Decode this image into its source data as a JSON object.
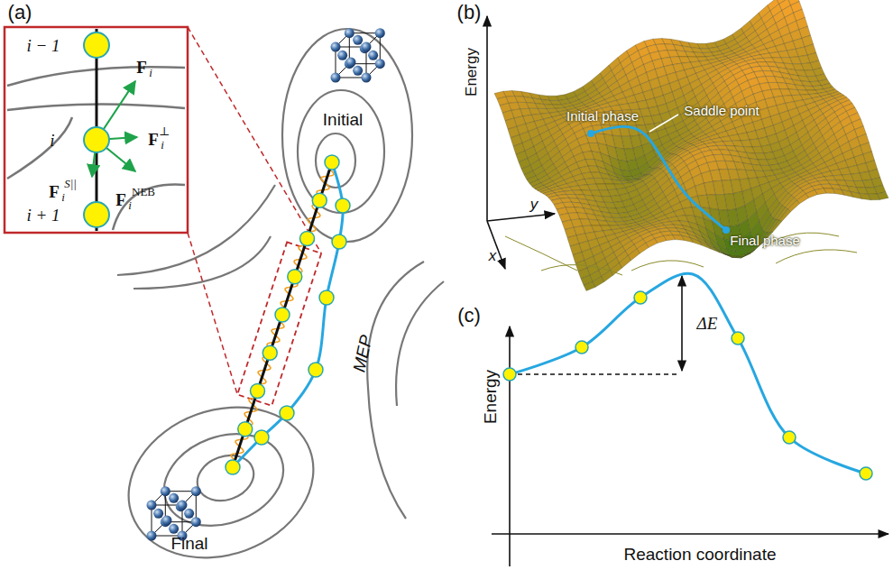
{
  "diagram": {
    "labels": [
      "(a)",
      "i − 1",
      "i",
      "i + 1",
      "F",
      "i",
      "F",
      "i",
      "⊥",
      "F",
      "i",
      "S||",
      "F",
      "i",
      "NEB",
      "Initial",
      "Final",
      "MEP",
      "(b)",
      "Energy",
      "y",
      "x",
      "Initial phase",
      "Saddle point",
      "Final phase",
      "(c)",
      "Energy",
      "ΔE",
      "Reaction coordinate"
    ]
  }
}
